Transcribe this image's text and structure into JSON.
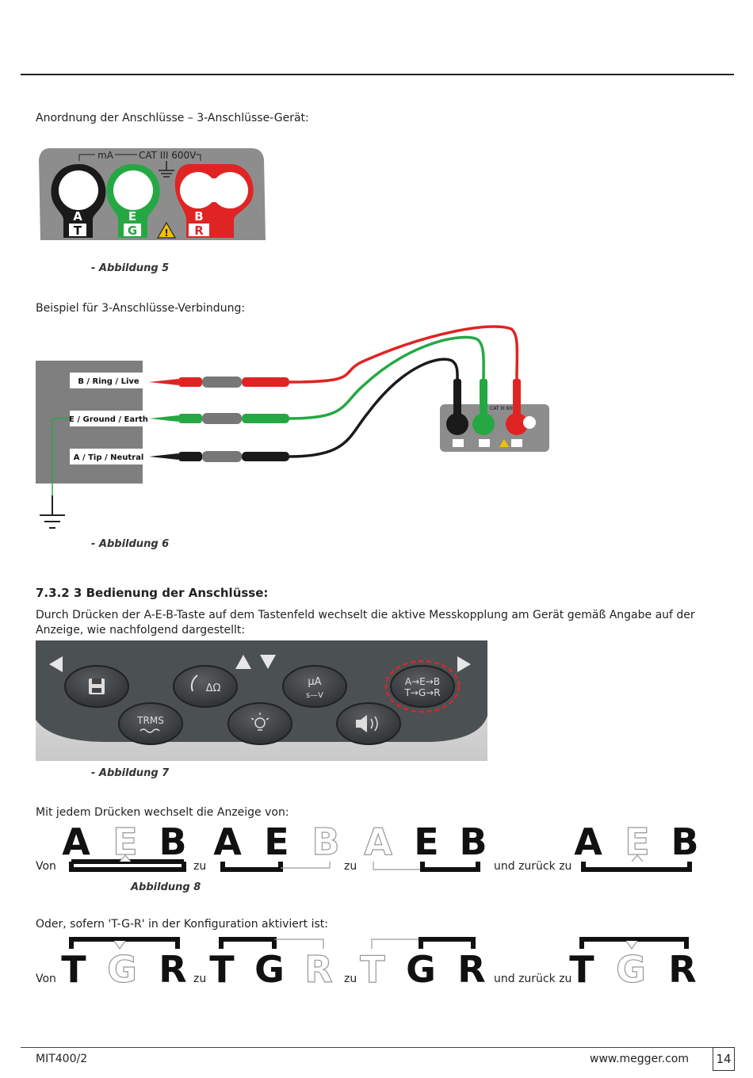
{
  "document": {
    "section1_intro": "Anordnung der Anschlüsse – 3-Anschlüsse-Gerät:",
    "fig5": {
      "caption": "-  Abbildung 5",
      "label_ma": "mA",
      "label_cat": "CAT III 600V",
      "terminals": [
        {
          "top": "A",
          "bottom": "T",
          "color": "#1a1a1a"
        },
        {
          "top": "E",
          "bottom": "G",
          "color": "#25a843"
        },
        {
          "top": "B",
          "bottom": "R",
          "color": "#e02424"
        }
      ]
    },
    "section2_intro": "Beispiel für 3-Anschlüsse-Verbindung:",
    "fig6": {
      "caption": "-  Abbildung 6",
      "labels": [
        "B / Ring / Live",
        "E / Ground / Earth",
        "A / Tip / Neutral"
      ],
      "device_label": "CAT III 600"
    },
    "section_heading": "7.3.2  3 Bedienung der Anschlüsse:",
    "section_body": "Durch Drücken der A-E-B-Taste auf dem Tastenfeld wechselt die aktive Messkopplung am Gerät gemäß Angabe auf der Anzeige, wie nachfolgend dargestellt:",
    "fig7": {
      "caption": "- Abbildung 7",
      "key_trms": "TRMS",
      "key_ua": "µA",
      "key_sv": "s—V",
      "key_delta_ohm": "ΔΩ",
      "key_aeb": "A→E→B",
      "key_tgr": "T→G→R"
    },
    "fig8": {
      "intro": "Mit jedem Drücken wechselt die Anzeige von:",
      "caption": "Abbildung 8",
      "word_von": "Von",
      "word_zu": "zu",
      "word_back": "und zurück zu",
      "row1_letters": [
        "A",
        "E",
        "B"
      ],
      "row2_intro": "Oder, sofern 'T-G-R' in der Konfiguration aktiviert ist:",
      "row2_letters": [
        "T",
        "G",
        "R"
      ]
    },
    "footer": {
      "model": "MIT400/2",
      "website": "www.megger.com",
      "page": "14"
    }
  }
}
